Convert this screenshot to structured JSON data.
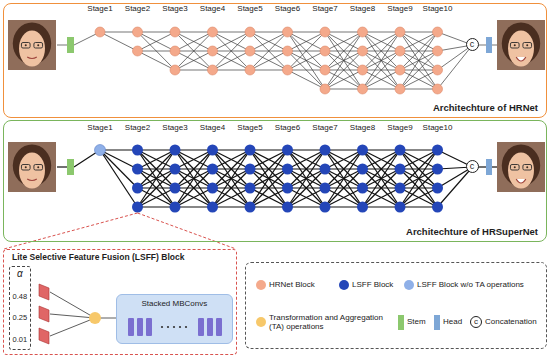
{
  "diagram": {
    "nodes": [
      {
        "text": [
          "Architechture of HRNet"
        ]
      },
      {
        "text": [
          "c"
        ],
        "in": 0
      },
      {
        "text": [
          "Architechture of HRSuperNet"
        ]
      },
      {
        "text": [
          "c"
        ],
        "in": 2
      },
      {
        "text": [
          "Lite Selective Feature Fusion (LSFF) Block"
        ]
      },
      {
        "text": [
          "α",
          "0.48",
          "0.25",
          "0.01"
        ],
        "in": 4
      },
      {
        "text": [
          "Stacked MBConvs"
        ],
        "in": 4
      }
    ],
    "labels": [
      "Stage1",
      "Stage2",
      "Stage3",
      "Stage4",
      "Stage5",
      "Stage6",
      "Stage7",
      "Stage8",
      "Stage9",
      "Stage10",
      "Stage1",
      "Stage2",
      "Stage3",
      "Stage4",
      "Stage5",
      "Stage6",
      "Stage7",
      "Stage8",
      "Stage9",
      "Stage10",
      "c"
    ],
    "legend": [
      {
        "text": "HRNet Block",
        "color": "#f4a98b"
      },
      {
        "text": "LSFF Block",
        "color": "#2446b8"
      },
      {
        "text": "LSFF Block w/o TA operations",
        "color": "#8fb0e8"
      },
      {
        "text": "Transformation and Aggregation (TA) operations",
        "color": "#f7c86a"
      },
      {
        "text": "Stem",
        "color": "#8cc86e"
      },
      {
        "text": "Head",
        "color": "#7ea7d6"
      },
      {
        "text": "Concatenation"
      }
    ]
  }
}
